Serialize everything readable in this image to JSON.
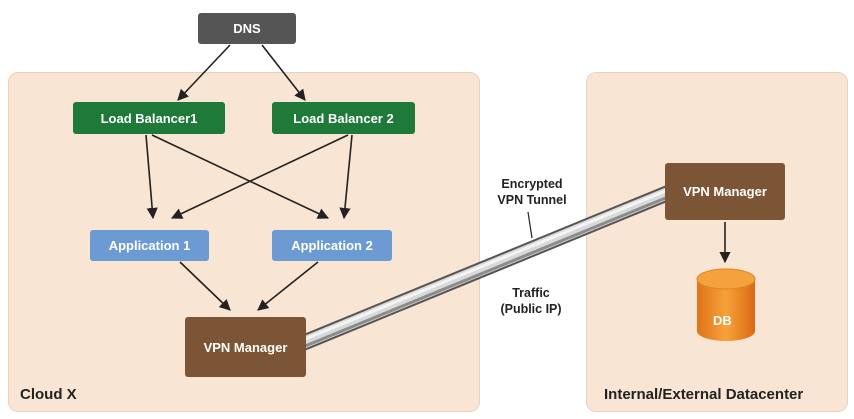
{
  "regions": {
    "cloud": {
      "label": "Cloud X"
    },
    "datacenter": {
      "label": "Internal/External Datacenter"
    }
  },
  "nodes": {
    "dns": "DNS",
    "lb1": "Load Balancer1",
    "lb2": "Load Balancer 2",
    "app1": "Application 1",
    "app2": "Application 2",
    "vpn_cloud": "VPN Manager",
    "vpn_dc": "VPN Manager",
    "db": "DB"
  },
  "edge_labels": {
    "tunnel_line1": "Encrypted",
    "tunnel_line2": "VPN Tunnel",
    "traffic_line1": "Traffic",
    "traffic_line2": "(Public IP)"
  },
  "colors": {
    "region_fill": "#f8e5d3",
    "dns": "#555555",
    "load_balancer": "#1f7a3a",
    "application": "#6c9bd3",
    "vpn_manager": "#7b5535",
    "db": "#f08a1a"
  }
}
